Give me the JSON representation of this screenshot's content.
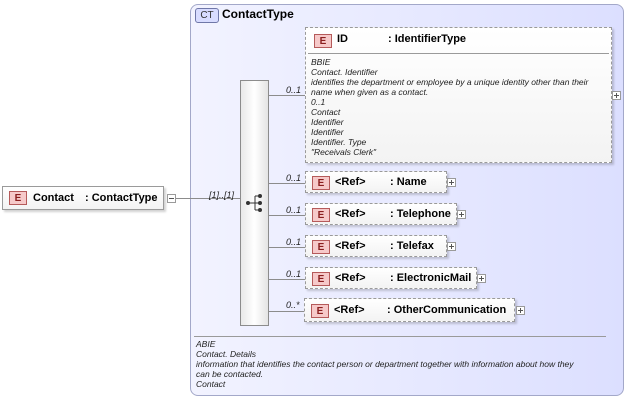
{
  "root": {
    "tag": "E",
    "name": "Contact",
    "type": ": ContactType"
  },
  "complex_type": {
    "tag": "CT",
    "name": "ContactType"
  },
  "sequence_multiplicity": "[1]..[1]",
  "id_element": {
    "tag": "E",
    "name": "ID",
    "type": ": IdentifierType",
    "multiplicity": "0..1",
    "annotation": [
      "BBIE",
      "Contact. Identifier",
      "identifies the department or employee by a unique identity other than their",
      "name when given as a contact.",
      "0..1",
      "Contact",
      "Identifier",
      "Identifier",
      "Identifier. Type",
      "\"Receivals Clerk\""
    ]
  },
  "refs": [
    {
      "tag": "E",
      "ref": "<Ref>",
      "name": ": Name",
      "multiplicity": "0..1"
    },
    {
      "tag": "E",
      "ref": "<Ref>",
      "name": ": Telephone",
      "multiplicity": "0..1"
    },
    {
      "tag": "E",
      "ref": "<Ref>",
      "name": ": Telefax",
      "multiplicity": "0..1"
    },
    {
      "tag": "E",
      "ref": "<Ref>",
      "name": ": ElectronicMail",
      "multiplicity": "0..1"
    },
    {
      "tag": "E",
      "ref": "<Ref>",
      "name": ": OtherCommunication",
      "multiplicity": "0..*"
    }
  ],
  "ct_annotation": [
    "ABIE",
    "Contact. Details",
    "information that identifies the contact person or department together with information about how they",
    "can be contacted.",
    "Contact"
  ]
}
